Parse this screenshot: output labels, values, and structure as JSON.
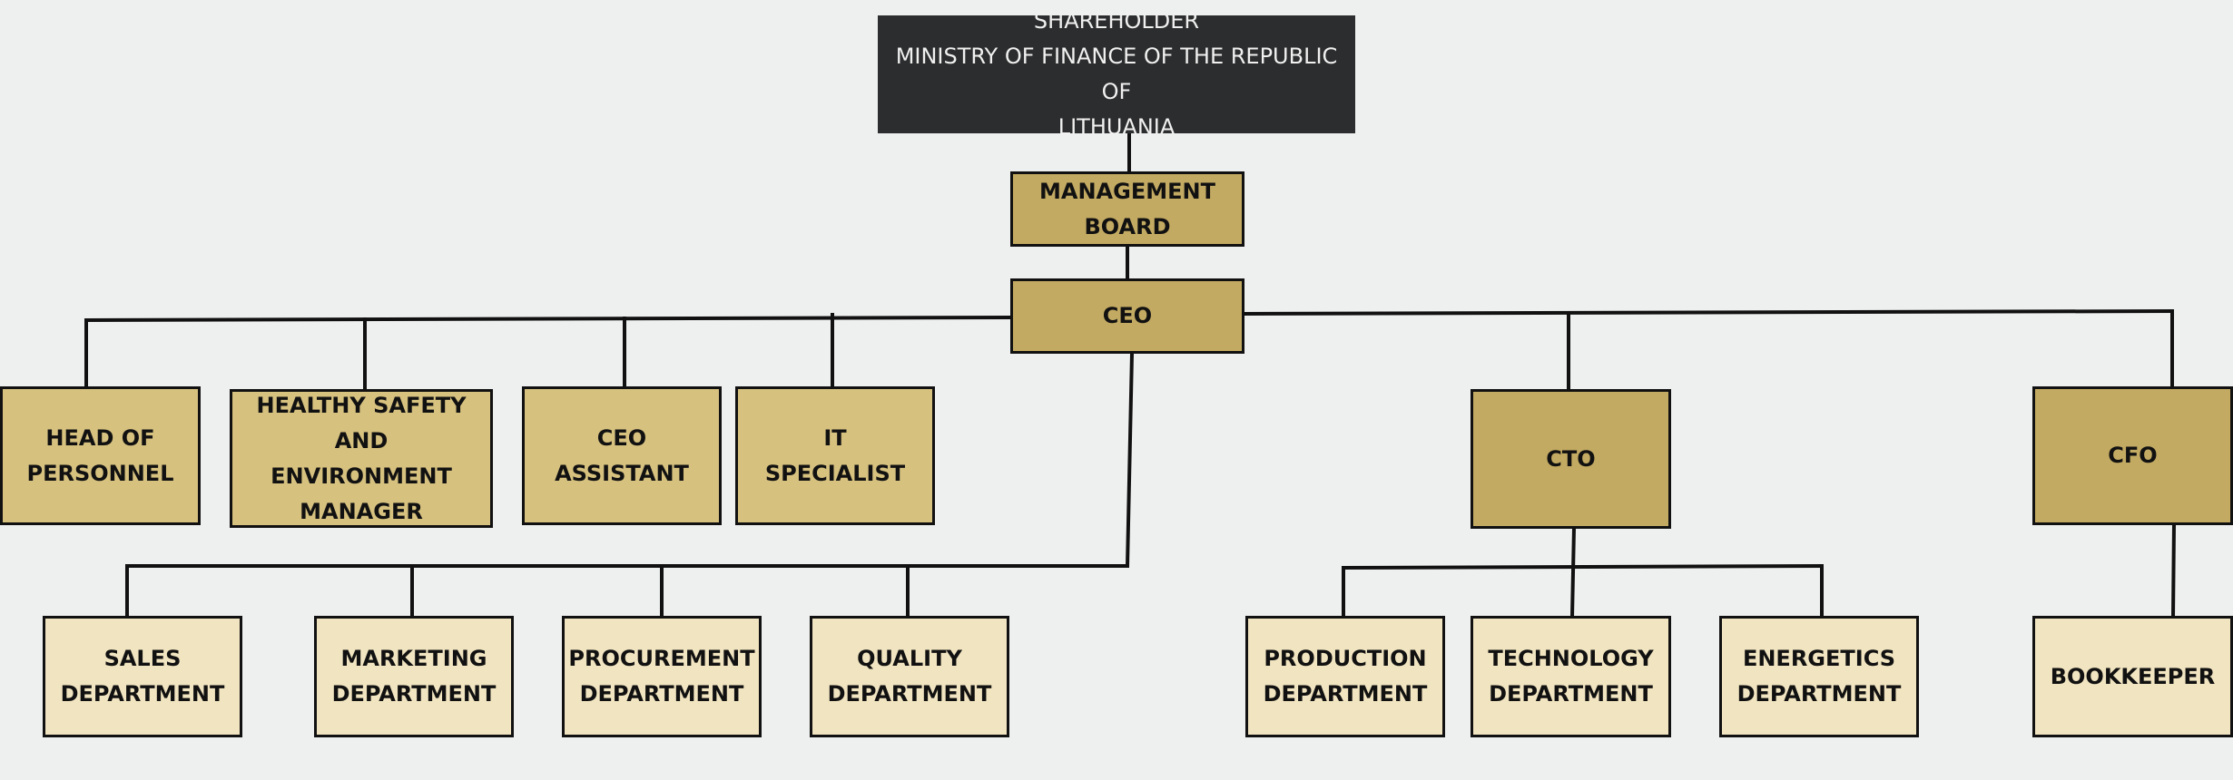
{
  "shareholder": {
    "line1": "SHAREHOLDER",
    "line2": "MINISTRY OF FINANCE OF THE REPUBLIC OF",
    "line3": "LITHUANIA"
  },
  "management_board": "MANAGEMENT BOARD",
  "ceo": "CEO",
  "ceo_direct": {
    "head_of_personnel": {
      "line1": "HEAD OF",
      "line2": "PERSONNEL"
    },
    "hse_manager": {
      "line1": "HEALTHY SAFETY AND",
      "line2": "ENVIRONMENT",
      "line3": "MANAGER"
    },
    "ceo_assistant": "CEO ASSISTANT",
    "it_specialist": {
      "line1": "IT",
      "line2": "SPECIALIST"
    }
  },
  "cto": "CTO",
  "cfo": "CFO",
  "departments": {
    "sales": {
      "line1": "SALES",
      "line2": "DEPARTMENT"
    },
    "marketing": {
      "line1": "MARKETING",
      "line2": "DEPARTMENT"
    },
    "procurement": {
      "line1": "PROCUREMENT",
      "line2": "DEPARTMENT"
    },
    "quality": {
      "line1": "QUALITY",
      "line2": "DEPARTMENT"
    },
    "production": {
      "line1": "PRODUCTION",
      "line2": "DEPARTMENT"
    },
    "technology": {
      "line1": "TECHNOLOGY",
      "line2": "DEPARTMENT"
    },
    "energetics": {
      "line1": "ENERGETICS",
      "line2": "DEPARTMENT"
    }
  },
  "bookkeeper": "BOOKKEEPER",
  "colors": {
    "background": "#eef0ef",
    "shareholder": "#2c2d2e",
    "executive": "#c3aa62",
    "staff": "#d6c17f",
    "department": "#f1e4c0"
  }
}
